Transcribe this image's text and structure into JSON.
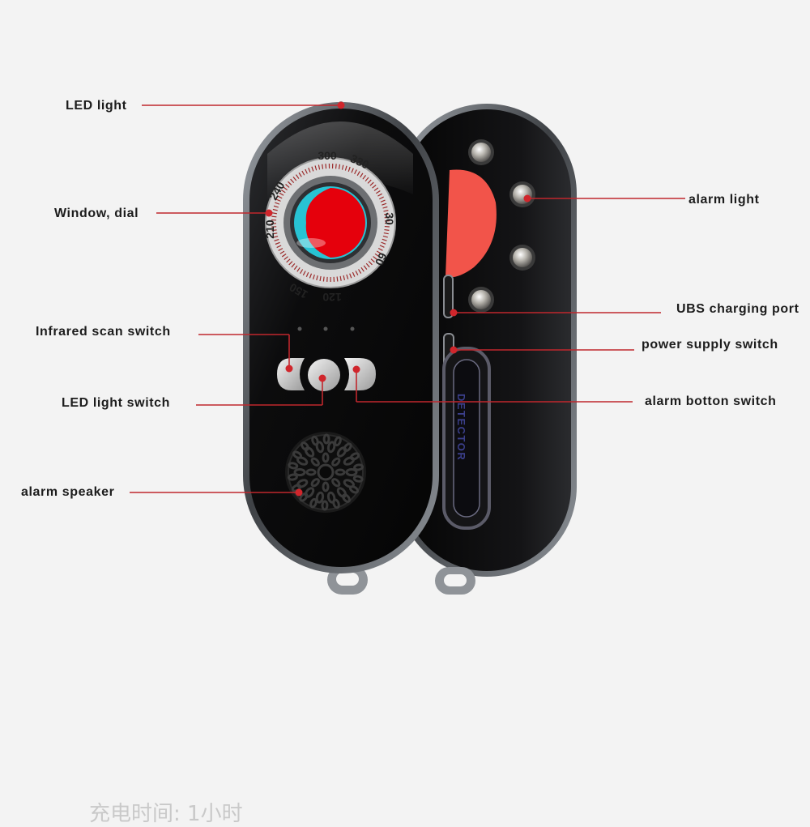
{
  "colors": {
    "background": "#f3f3f3",
    "callout_line": "#c0272d",
    "callout_dot": "#d0262c",
    "device_body": "#0b0b0c",
    "bezel": "#6f7378",
    "lens_red": "#e5000c",
    "lens_cyan": "#28c3d4",
    "back_window": "#f2544a",
    "label_text": "#1c1c1c"
  },
  "callouts": {
    "led_light": "LED light",
    "window_dial": "Window, dial",
    "infrared_scan_switch": "Infrared scan switch",
    "led_light_switch": "LED light switch",
    "alarm_speaker": "alarm speaker",
    "alarm_light": "alarm light",
    "ubs_charging_port": "UBS charging port",
    "power_supply_switch": "power supply switch",
    "alarm_botton_switch": "alarm botton switch"
  },
  "dial": {
    "numbers": [
      "300",
      "330",
      "30",
      "60",
      "120",
      "150",
      "210",
      "240"
    ]
  },
  "device": {
    "side_text": "DETECTOR"
  },
  "footer_text": "充电时间: 1小时"
}
